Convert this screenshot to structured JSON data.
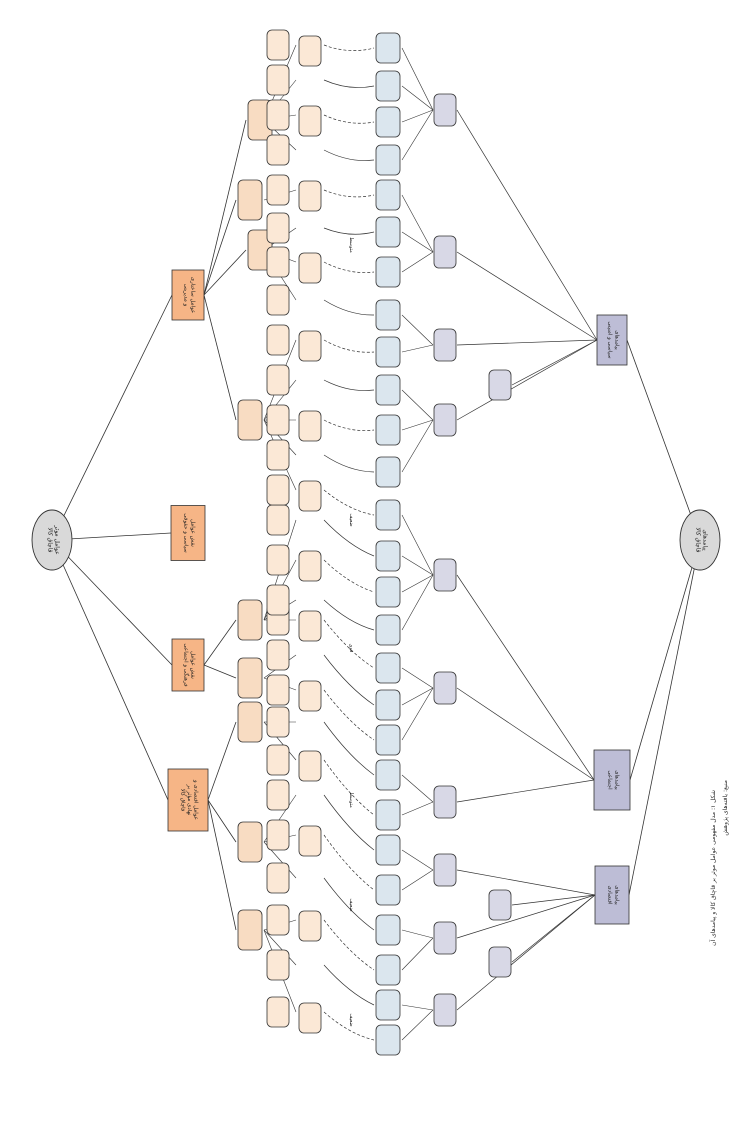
{
  "colors": {
    "root": "#d9d9d9",
    "level1": "#f6b586",
    "level2": "#f8dcc2",
    "level3": "#fbe8d6",
    "leaf": "#dbe6ee",
    "mid": "#d8d8e6",
    "outcome": "#bdbdd6",
    "line": "#333333"
  },
  "diagram": {
    "root_label": "عوامل موثر\nقاچاق کالا",
    "outcome_label": "پیامدهای\nقاچاق کالا",
    "level1": [
      "عوامل اقتصادی و\nنهادی مؤثر بر\nقاچاق کالا",
      "نقش عوامل\nفرهنگی و اجتماعی",
      "نقش عوامل\nسیاسی و حقوقی",
      "عوامل ساختاری\nو مدیریتی"
    ],
    "outcomes": [
      "پیامدهای\nاقتصادی",
      "پیامدهای\nاجتماعی",
      "پیامدهای\nسیاسی و امنیتی"
    ],
    "relation_labels": [
      "ضعیف",
      "ضعیف",
      "متوسط",
      "قوی",
      "ضعیف",
      "متوسط"
    ]
  },
  "footer": {
    "caption_line1": "شکل ۱: مدل مفهومی عوامل موثر بر قاچاق کالا و پیامدهای آن",
    "caption_line2": "منبع: یافته‌های پژوهش"
  }
}
